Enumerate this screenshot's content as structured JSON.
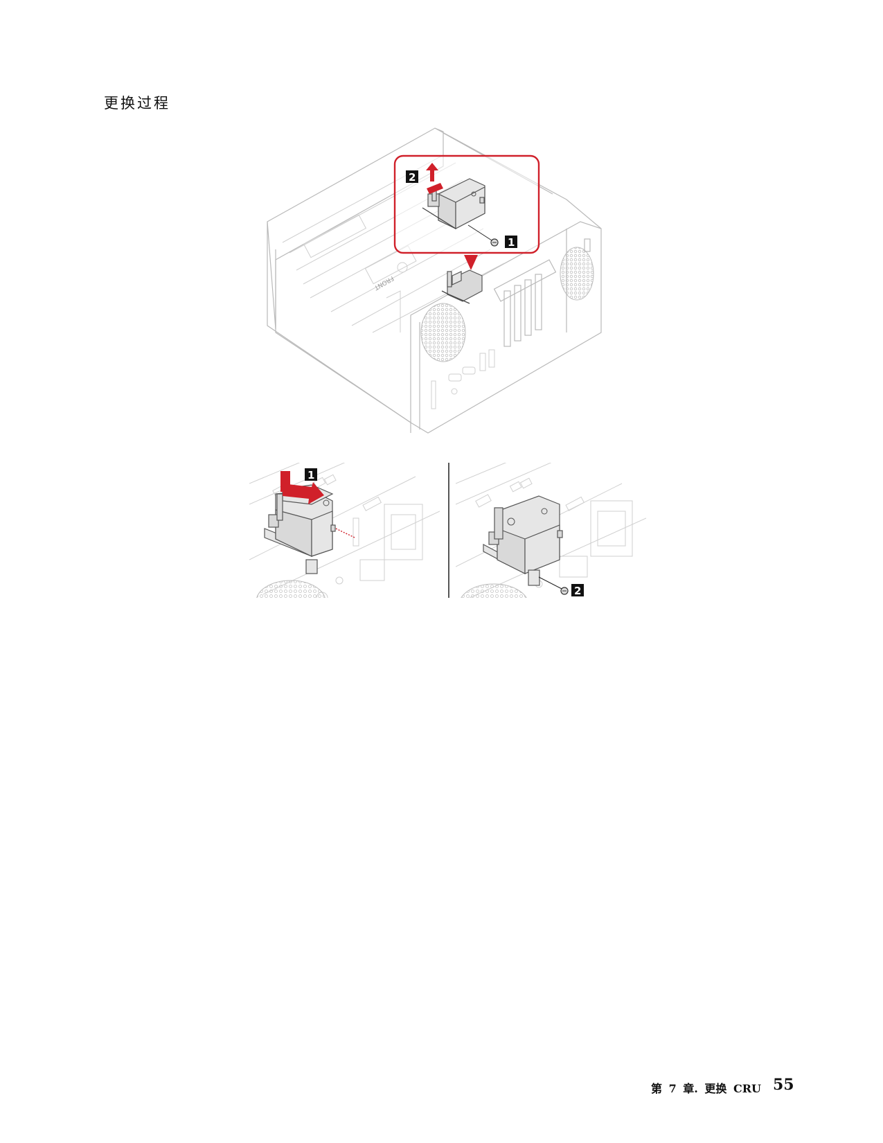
{
  "section": {
    "heading": "更换过程"
  },
  "figures": {
    "main": {
      "description": "Tower chassis with side cover removed; component bracket removed from chassis",
      "callouts": [
        {
          "number": "2",
          "meaning": "slide and lift bracket out"
        },
        {
          "number": "1",
          "meaning": "remove screw"
        }
      ],
      "stamp_text": "FRONT",
      "accent_color": "#d0202a"
    },
    "step_left": {
      "callouts": [
        {
          "number": "1",
          "meaning": "insert bracket into slot"
        }
      ],
      "accent_color": "#d0202a"
    },
    "step_right": {
      "callouts": [
        {
          "number": "2",
          "meaning": "install screw"
        }
      ]
    }
  },
  "footer": {
    "chapter_label": "第 7 章. 更换 CRU",
    "page_number": "55"
  }
}
